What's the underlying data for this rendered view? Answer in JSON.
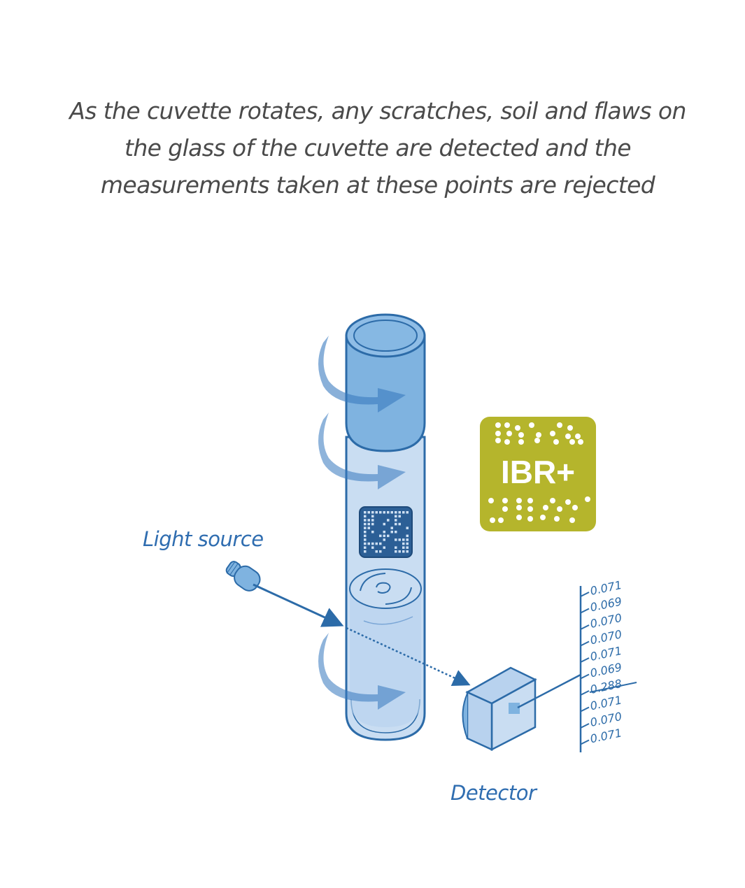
{
  "caption": {
    "lines": [
      "As the cuvette rotates, any scratches, soil and flaws on",
      "the glass of the cuvette are detected and the",
      "measurements taken at these points are rejected"
    ]
  },
  "labels": {
    "light_source": "Light source",
    "detector": "Detector"
  },
  "badge": {
    "text": "IBR+",
    "color": "#b5b52c"
  },
  "readings": {
    "values": [
      "0.071",
      "0.069",
      "0.070",
      "0.070",
      "0.071",
      "0.069",
      "0.288",
      "0.071",
      "0.070",
      "0.071"
    ],
    "rejected_index": 6
  },
  "colors": {
    "outline": "#2c6ba8",
    "cap_fill": "#7fb3e0",
    "tube_fill": "#c9ddf2",
    "arrow": "#3a7bbf",
    "label": "#2f6db0",
    "caption_text": "#4a4a4a"
  }
}
